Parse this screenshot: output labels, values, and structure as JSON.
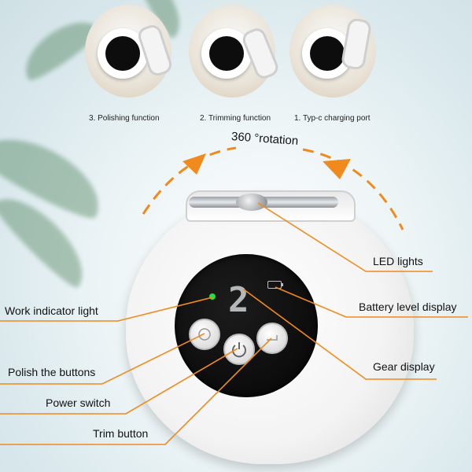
{
  "thumbnails": [
    {
      "caption": "3. Polishing function"
    },
    {
      "caption": "2. Trimming function"
    },
    {
      "caption": "1. Typ-c charging port"
    }
  ],
  "rotation": {
    "label": "360 °rotation",
    "arrow_color": "#f08a1c"
  },
  "device": {
    "display_digit": "2"
  },
  "callouts": {
    "led_lights": "LED lights",
    "work_indicator": "Work indicator light",
    "battery_level": "Battery level display",
    "polish_buttons": "Polish the buttons",
    "gear_display": "Gear display",
    "power_switch": "Power switch",
    "trim_button": "Trim button",
    "line_color": "#f08a1c"
  },
  "icons": [
    "power-icon",
    "polish-icon",
    "trim-icon",
    "battery-icon"
  ]
}
